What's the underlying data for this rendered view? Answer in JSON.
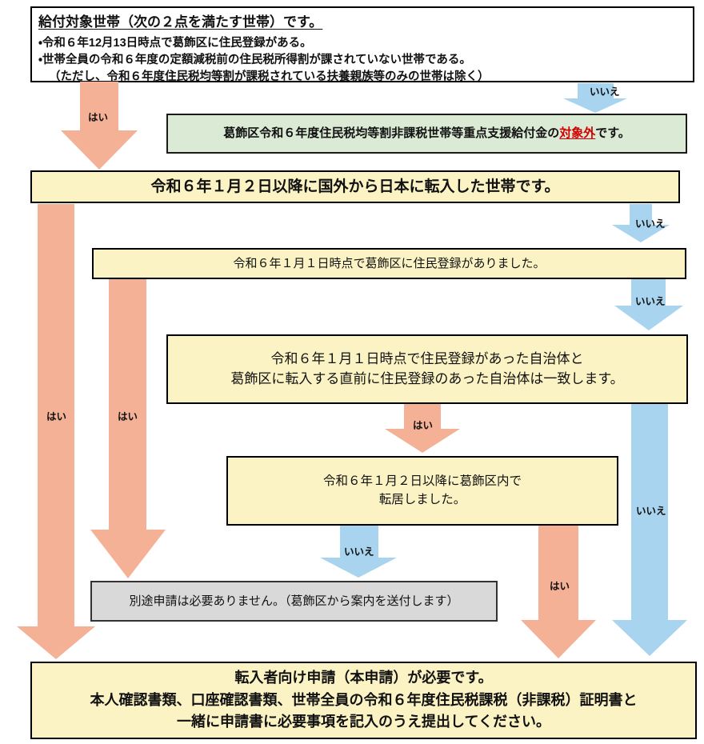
{
  "palette": {
    "yes_arrow": "#F5B195",
    "no_arrow": "#A8D4F0",
    "question_box": "#FBF3C4",
    "excluded_box": "#DBEAD5",
    "notice_box": "#D9D9D9",
    "highlight_red": "#D00000"
  },
  "labels": {
    "yes": "はい",
    "no": "いいえ"
  },
  "top_box": {
    "title": "給付対象世帯（次の２点を満たす世帯）です。",
    "bullets": [
      "・令和６年12月13日時点で葛飾区に住民登録がある。",
      "・世帯全員の令和６年度の定額減税前の住民税所得割が課されていない世帯である。",
      "（ただし、令和６年度住民税均等割が課税されている扶養親族等のみの世帯は除く）"
    ]
  },
  "excluded_box": {
    "text_before": "葛飾区令和６年度住民税均等割非課税世帯等重点支援給付金の",
    "highlight": "対象外",
    "text_after": "です。"
  },
  "q1": {
    "text": "令和６年１月２日以降に国外から日本に転入した世帯です。"
  },
  "q2": {
    "text": "令和６年１月１日時点で葛飾区に住民登録がありました。"
  },
  "q3": {
    "line1": "令和６年１月１日時点で住民登録があった自治体と",
    "line2": "葛飾区に転入する直前に住民登録のあった自治体は一致します。"
  },
  "q4": {
    "line1": "令和６年１月２日以降に葛飾区内で",
    "line2": "転居しました。"
  },
  "notice_box": {
    "text": "別途申請は必要ありません。（葛飾区から案内を送付します）"
  },
  "result_box": {
    "line1": "転入者向け申請（本申請）が必要です。",
    "line2": "本人確認書類、口座確認書類、世帯全員の令和６年度住民税課税（非課税）証明書と",
    "line3": "一緒に申請書に必要事項を記入のうえ提出してください。"
  }
}
